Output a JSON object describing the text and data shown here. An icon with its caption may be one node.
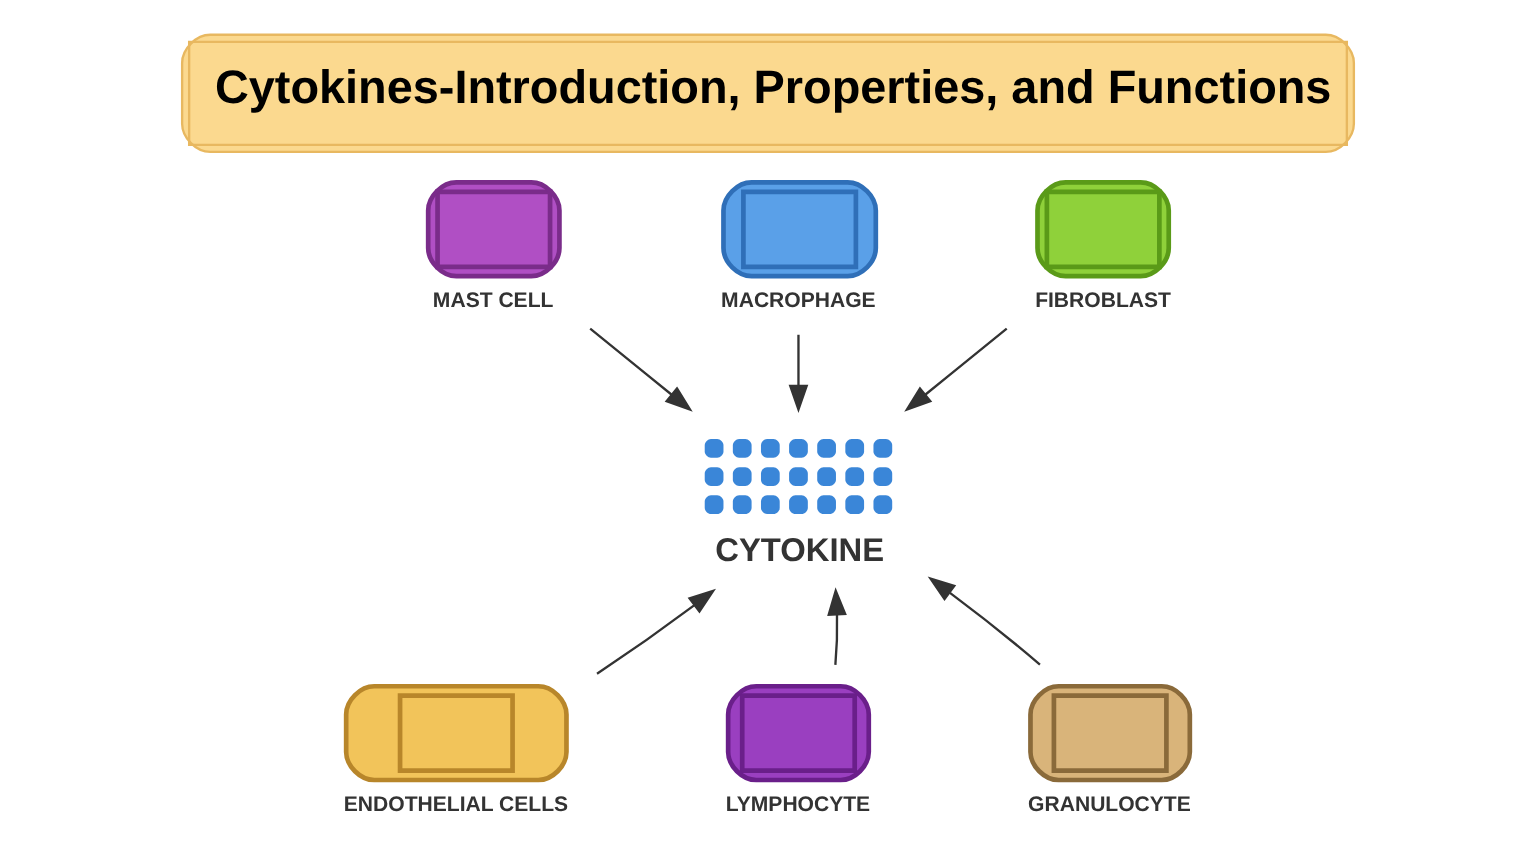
{
  "diagram": {
    "title": "Cytokines-Introduction, Properties, and Functions",
    "nodes": [
      {
        "text": [
          "MAST CELL"
        ]
      },
      {
        "text": [
          "MACROPHAGE"
        ]
      },
      {
        "text": [
          "FIBROBLAST"
        ]
      },
      {
        "text": [
          "CYTOKINE"
        ]
      },
      {
        "text": [
          "ENDOTHELIAL CELLS"
        ]
      },
      {
        "text": [
          "LYMPHOCYTE"
        ]
      },
      {
        "text": [
          "GRANULOCYTE"
        ]
      }
    ],
    "edges": [
      {
        "from": 1,
        "to": 3,
        "arrow": "to"
      },
      {
        "from": 0,
        "to": 3,
        "arrow": "to"
      },
      {
        "from": 2,
        "to": 3,
        "arrow": "to"
      },
      {
        "from": 4,
        "to": 3,
        "arrow": "to"
      },
      {
        "from": 6,
        "to": 3,
        "arrow": "to"
      },
      {
        "from": 5,
        "to": 3,
        "arrow": "to"
      }
    ]
  }
}
